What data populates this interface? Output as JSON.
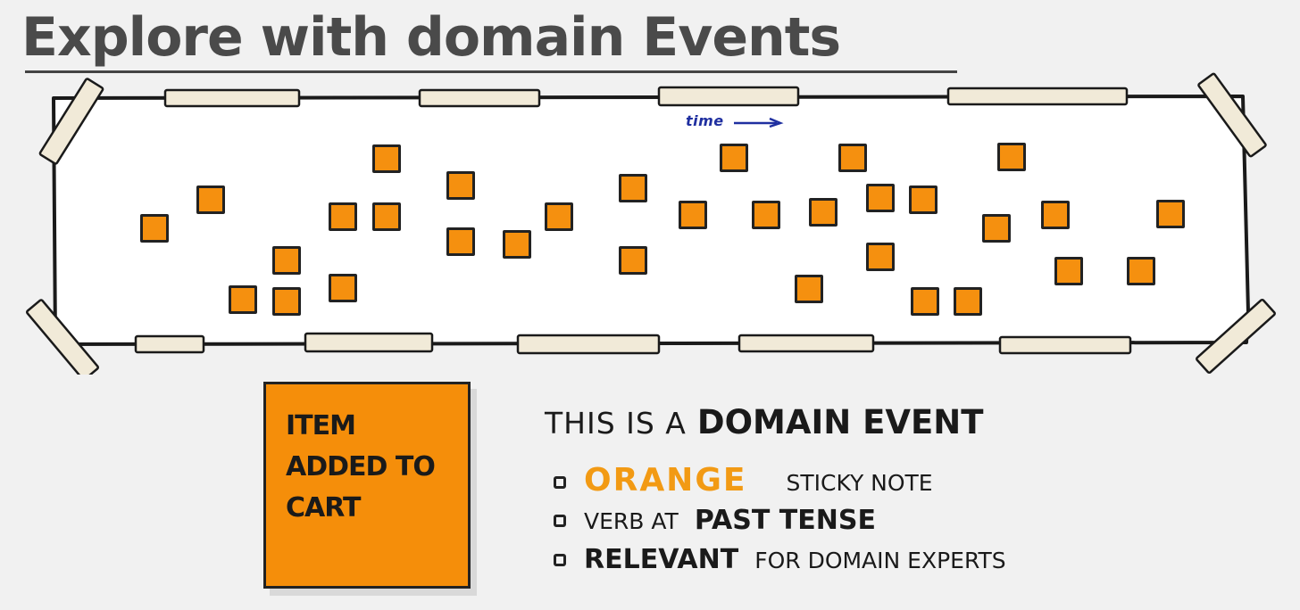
{
  "title": "Explore with domain Events",
  "timeline": {
    "time_label": "time"
  },
  "example_note": {
    "text": "ITEM\nADDED TO\nCART"
  },
  "definition": {
    "lead": "THIS IS A",
    "term": "DOMAIN EVENT",
    "bullets": [
      {
        "highlight": "ORANGE",
        "rest": "STICKY NOTE"
      },
      {
        "lead": "VERB AT",
        "strong": "PAST TENSE"
      },
      {
        "strong": "RELEVANT",
        "rest": "FOR DOMAIN EXPERTS"
      }
    ]
  },
  "colors": {
    "sticky": "#f5900f",
    "time": "#1f2fa0",
    "highlight": "#f29a14"
  }
}
